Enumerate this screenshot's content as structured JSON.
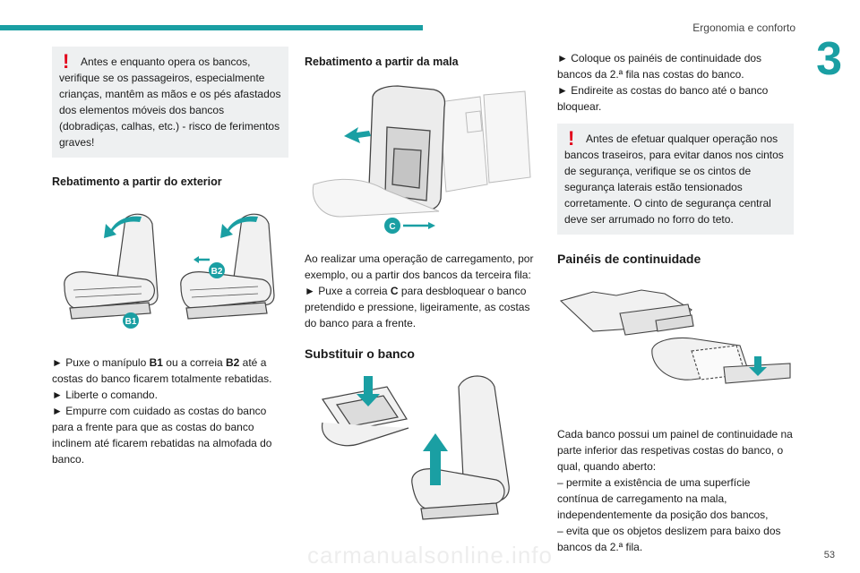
{
  "header": {
    "section_title": "Ergonomia e conforto",
    "chapter_number": "3",
    "page_number": "53"
  },
  "watermark": "carmanualsonline.info",
  "col1": {
    "warning": {
      "lead": "Antes e enquanto opera os bancos,",
      "rest": "verifique se os passageiros, especialmente crianças, mantêm as mãos e os pés afastados dos elementos móveis dos bancos (dobradiças, calhas, etc.) - risco de ferimentos graves!"
    },
    "heading": "Rebatimento a partir do exterior",
    "figure_labels": {
      "b1": "B1",
      "b2": "B2"
    },
    "instructions": {
      "l1_pre": "► Puxe o manípulo ",
      "l1_b1": "B1",
      "l1_mid": " ou a correia ",
      "l1_b2": "B2",
      "l1_post": " até a costas do banco ficarem totalmente rebatidas.",
      "l2": "► Liberte o comando.",
      "l3": "► Empurre com cuidado as costas do banco para a frente para que as costas do banco inclinem até ficarem rebatidas na almofada do banco."
    }
  },
  "col2": {
    "heading": "Rebatimento a partir da mala",
    "figure_label": "C",
    "para": "Ao realizar uma operação de carregamento, por exemplo, ou a partir dos bancos da terceira fila:",
    "step_pre": "► Puxe a correia ",
    "step_c": "C",
    "step_post": " para desbloquear o banco pretendido e pressione, ligeiramente, as costas do banco para a frente.",
    "heading2": "Substituir o banco"
  },
  "col3": {
    "step1": "► Coloque os painéis de continuidade dos bancos da 2.ª fila nas costas do banco.",
    "step2": "► Endireite as costas do banco até o banco bloquear.",
    "warning": {
      "lead": "Antes de efetuar qualquer operação nos",
      "rest": "bancos traseiros, para evitar danos nos cintos de segurança, verifique se os cintos de segurança laterais estão tensionados corretamente. O cinto de segurança central deve ser arrumado no forro do teto."
    },
    "heading": "Painéis de continuidade",
    "para": "Cada banco possui um painel de continuidade na parte inferior das respetivas costas do banco, o qual, quando aberto:",
    "bullet1": "– permite a existência de uma superfície contínua de carregamento na mala, independentemente da posição dos bancos,",
    "bullet2": "– evita que os objetos deslizem para baixo dos bancos da 2.ª fila."
  },
  "colors": {
    "accent": "#1a9fa3",
    "warning": "#e2001a",
    "warn_bg": "#eef0f1"
  }
}
